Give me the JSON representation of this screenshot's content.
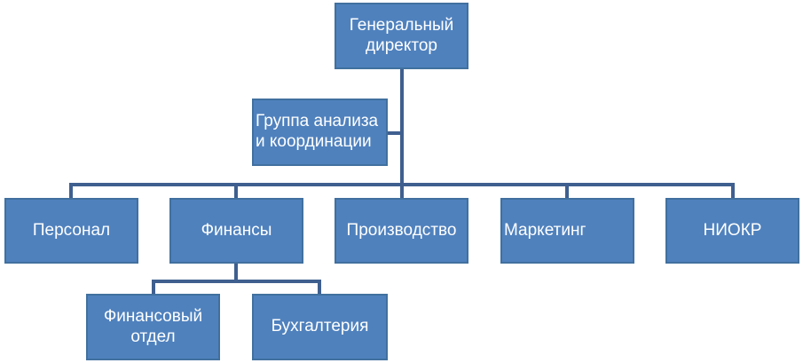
{
  "org_chart": {
    "ceo": "Генеральный\nдиректор",
    "staff_unit": "Группа анализа\nи координации",
    "departments": [
      "Персонал",
      "Финансы",
      "Производство",
      "Маркетинг",
      "НИОКР"
    ],
    "finance_subunits": [
      "Финансовый\nотдел",
      "Бухгалтерия"
    ]
  },
  "colors": {
    "box_fill": "#4f81bd",
    "box_border": "#41709f",
    "connector": "#3f5f8f",
    "text": "#ffffff"
  }
}
